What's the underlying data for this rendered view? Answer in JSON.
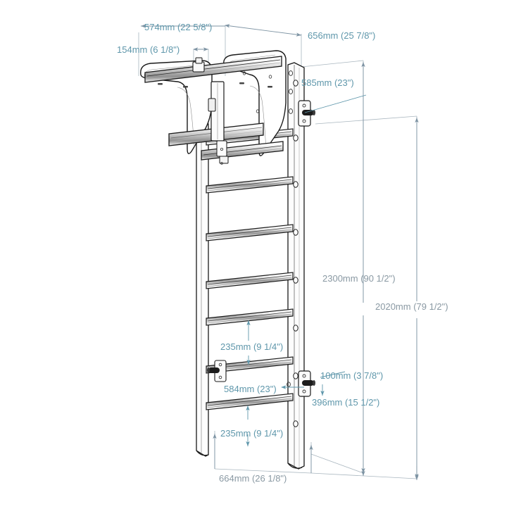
{
  "drawing": {
    "title": "Wall Bars with Pull-Up Bar — Dimensioned Isometric Drawing",
    "background_color": "#ffffff",
    "line_color": "#1a1a1a",
    "dimension_color": "#7d93a3",
    "dimension_color_teal": "#5f97ab"
  },
  "dimensions": {
    "top_width_574": "574mm (22 5/8\")",
    "top_offset_154": "154mm (6 1/8\")",
    "top_depth_656": "656mm (25 7/8\")",
    "bracket_height_585": "585mm (23\")",
    "total_height_2300": "2300mm (90 1/2\")",
    "mount_height_2020": "2020mm (79 1/2\")",
    "rung_spacing_upper_235": "235mm (9 1/4\")",
    "rung_width_584": "584mm (23\")",
    "bracket_offset_100": "100mm (3 7/8\")",
    "bracket_height_396": "396mm (15 1/2\")",
    "rung_spacing_lower_235": "235mm (9 1/4\")",
    "overall_width_664": "664mm (26 1/8\")"
  },
  "product": {
    "type": "wall-bars-ladder",
    "rail_count": 2,
    "rung_count": 7,
    "wall_bracket_count": 2,
    "pullup_bar_count": 3
  }
}
